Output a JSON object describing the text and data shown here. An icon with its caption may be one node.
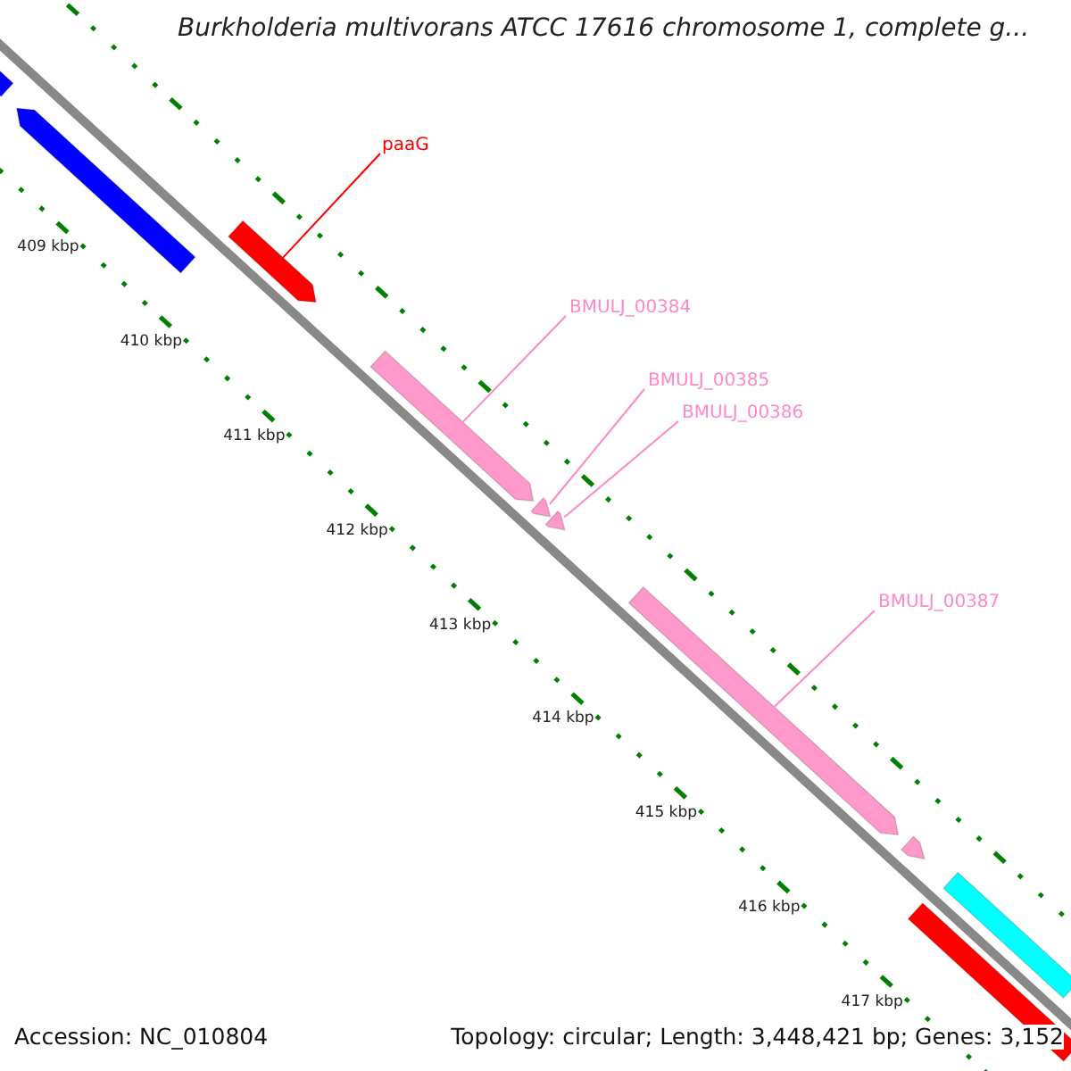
{
  "diagram": {
    "title": "Burkholderia multivorans ATCC 17616 chromosome 1, complete g...",
    "nodes": [
      {
        "text": [],
        "shape": "bar"
      },
      {
        "text": [],
        "shape": "bar"
      },
      {
        "text": [
          "paaG"
        ]
      },
      {
        "text": [],
        "shape": "bar"
      },
      {
        "text": [
          "BMULJ_00384"
        ]
      },
      {
        "text": [],
        "shape": "bar"
      },
      {
        "text": [
          "BMULJ_00385"
        ]
      },
      {
        "text": [
          "BMULJ_00386"
        ]
      },
      {
        "text": [],
        "shape": "bar"
      },
      {
        "text": [],
        "shape": "bar"
      },
      {
        "text": [
          "BMULJ_00387"
        ]
      },
      {
        "text": [],
        "shape": "bar"
      },
      {
        "text": [],
        "shape": "bar"
      },
      {
        "text": [],
        "shape": "bar"
      },
      {
        "text": [],
        "shape": "bar"
      }
    ],
    "edges": [
      {
        "from": 2,
        "to": 3,
        "arrow": "none",
        "color": "#ff0000"
      },
      {
        "from": 4,
        "to": 5,
        "arrow": "none"
      },
      {
        "from": 6,
        "to": 8,
        "arrow": "none"
      },
      {
        "from": 7,
        "to": 9,
        "arrow": "none"
      },
      {
        "from": 10,
        "to": 11,
        "arrow": "none"
      }
    ],
    "labels": [
      "409 kbp",
      "410 kbp",
      "411 kbp",
      "412 kbp",
      "413 kbp",
      "414 kbp",
      "415 kbp",
      "416 kbp",
      "417 kbp",
      "Accession: NC_010804",
      "Topology: circular; Length: 3,448,421 bp; Genes: 3,152"
    ]
  }
}
